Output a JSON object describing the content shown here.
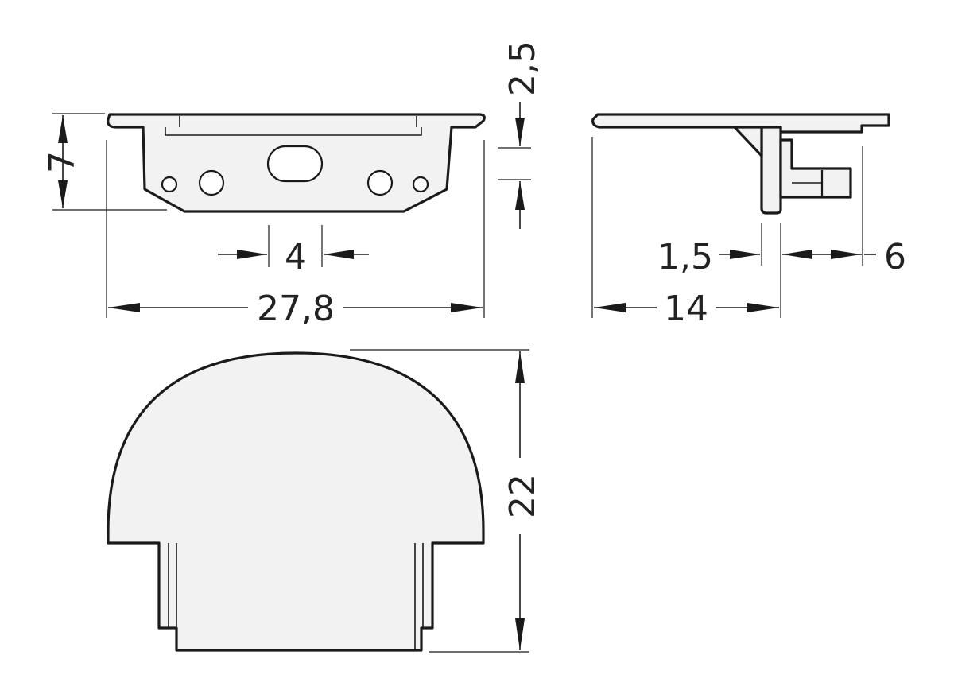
{
  "dimensions": {
    "width_front": "27,8",
    "slot_width": "4",
    "height_front": "7",
    "flange_thickness": "2,5",
    "width_side": "14",
    "wall": "1,5",
    "depth": "6",
    "height_bottom": "22"
  },
  "colors": {
    "line": "#1a1a1a",
    "fill": "#f2f2f2",
    "text": "#222222"
  }
}
